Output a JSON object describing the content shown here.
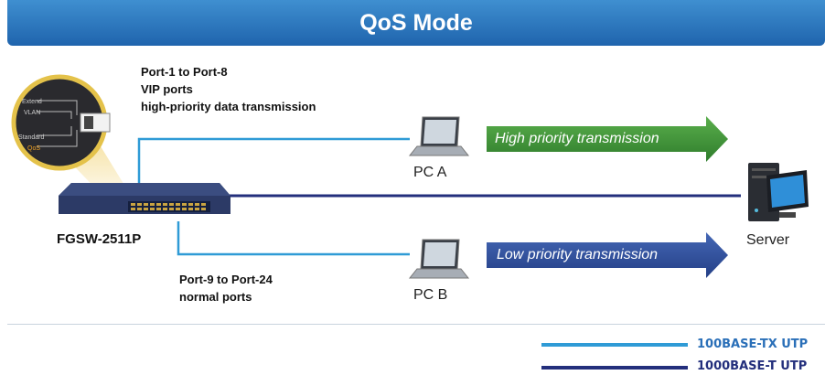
{
  "header": {
    "title": "QoS Mode"
  },
  "switch": {
    "model": "FGSW-2511P"
  },
  "dip_switch": {
    "labels": [
      "Extend",
      "VLAN",
      "Standard",
      "QoS"
    ],
    "active": "QoS"
  },
  "vip_ports": {
    "line1": "Port-1 to Port-8",
    "line2": "VIP ports",
    "line3": "high-priority data transmission"
  },
  "normal_ports": {
    "line1": "Port-9 to Port-24",
    "line2": "normal ports"
  },
  "pc_a": {
    "label": "PC A"
  },
  "pc_b": {
    "label": "PC B"
  },
  "server": {
    "label": "Server"
  },
  "high_arrow": {
    "text": "High priority transmission",
    "color": "#3f8f3a"
  },
  "low_arrow": {
    "text": "Low priority transmission",
    "color": "#2e4f9c"
  },
  "legend": [
    {
      "text": "100BASE-TX UTP",
      "color": "#2f9bd6"
    },
    {
      "text": "1000BASE-T UTP",
      "color": "#232f7c"
    }
  ]
}
